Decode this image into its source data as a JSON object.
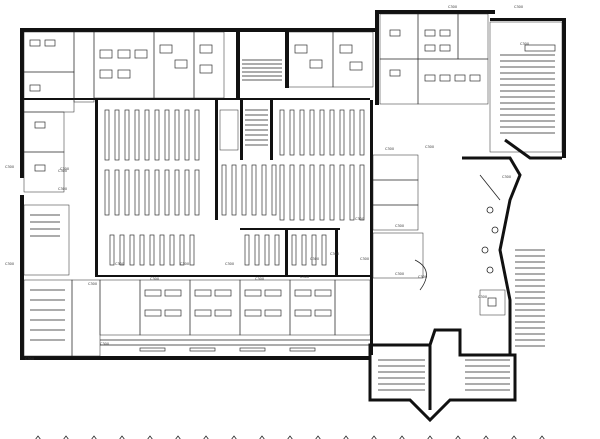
{
  "plan": {
    "room_labels": [
      "C300",
      "C300",
      "C300",
      "C300",
      "C300",
      "C300",
      "C300",
      "C300",
      "C300",
      "C300",
      "C300",
      "C300",
      "C300",
      "C300",
      "C300",
      "C300",
      "C300",
      "C300",
      "C300",
      "C300",
      "C300",
      "C300",
      "C300",
      "C300",
      "C300",
      "C300",
      "C300",
      "C300"
    ]
  }
}
